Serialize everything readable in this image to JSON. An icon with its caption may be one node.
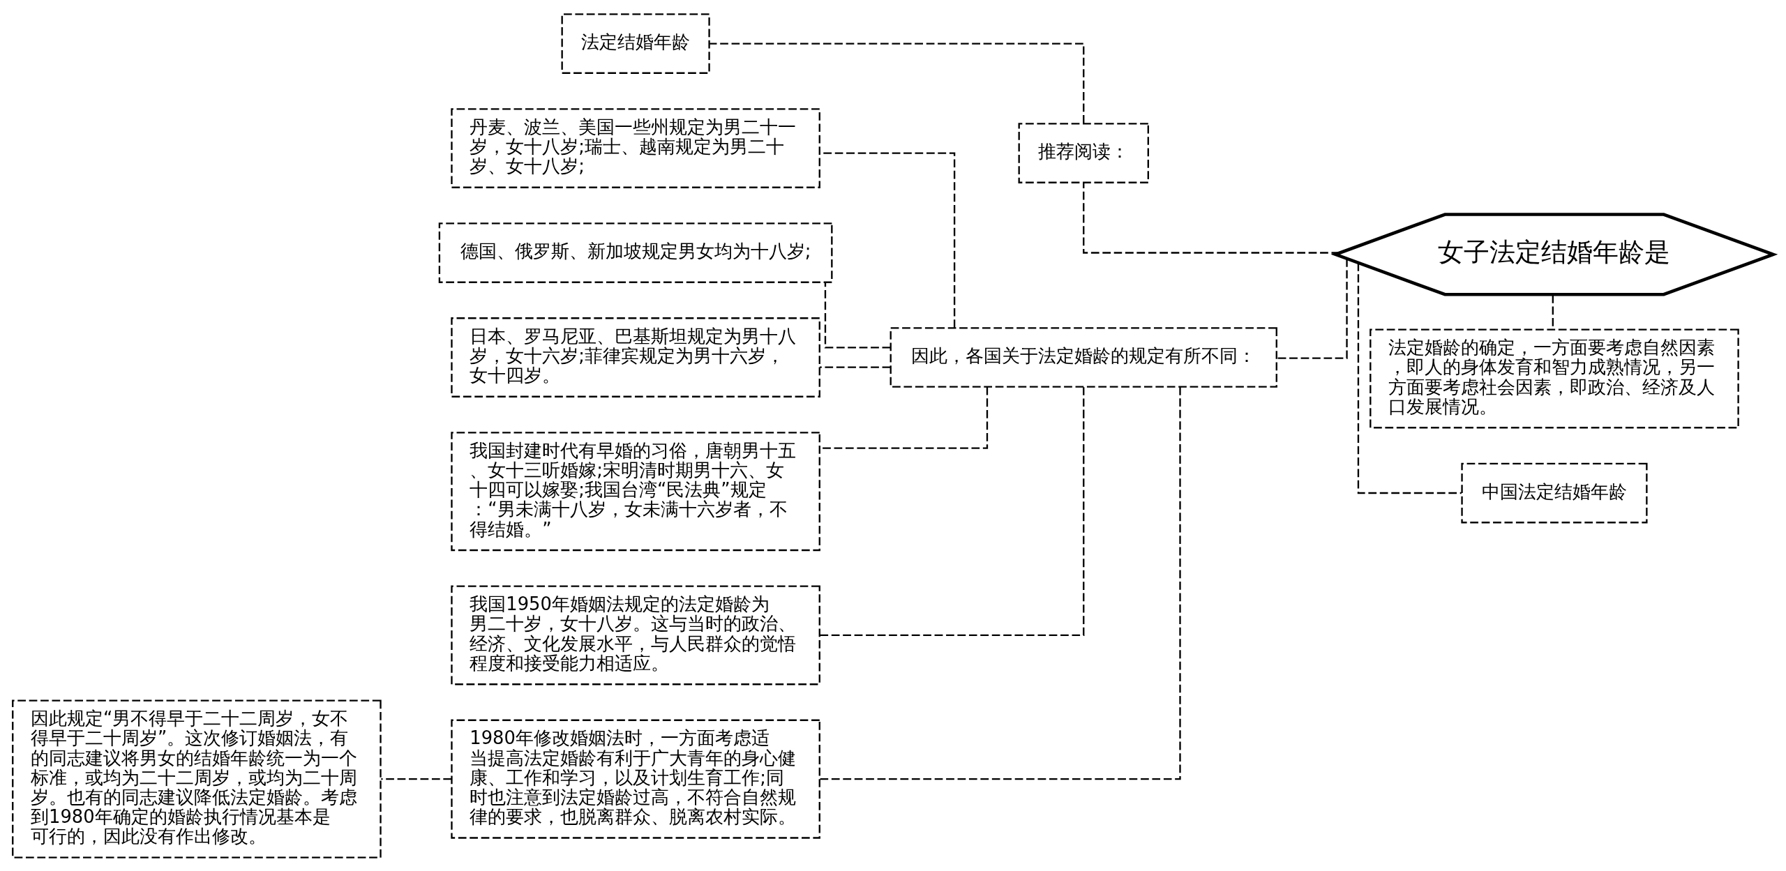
{
  "diagram": {
    "nodes": [
      {
        "text": [
          "女子法定结婚年龄是"
        ]
      },
      {
        "text": [
          "推荐阅读："
        ]
      },
      {
        "text": [
          "法定结婚年龄"
        ]
      },
      {
        "text": [
          "因此，各国关于法定婚龄的规定有所不同："
        ]
      },
      {
        "text": [
          "丹麦、波兰、美国一些州规定为男二十一岁，女十八岁;瑞士、越南规定为男二十岁、女十八岁;"
        ]
      },
      {
        "text": [
          "德国、俄罗斯、新加坡规定男女均为十八岁;"
        ]
      },
      {
        "text": [
          "日本、罗马尼亚、巴基斯坦规定为男十八岁，女十六岁;菲律宾规定为男十六岁，女十四岁。"
        ]
      },
      {
        "text": [
          "我国封建时代有早婚的习俗，唐朝男十五、女十三听婚嫁;宋明清时期男十六、女十四可以嫁娶;我国台湾“民法典”规定：“男未满十八岁，女未满十六岁者，不得结婚。”"
        ]
      },
      {
        "text": [
          "我国1950年婚姻法规定的法定婚龄为男二十岁，女十八岁。这与当时的政治、经济、文化发展水平，与人民群众的觉悟程度和接受能力相适应。"
        ]
      },
      {
        "text": [
          "1980年修改婚姻法时，一方面考虑适当提高法定婚龄有利于广大青年的身心健康、工作和学习，以及计划生育工作;同时也注意到法定婚龄过高，不符合自然规律的要求，也脱离群众、脱离农村实际。"
        ]
      },
      {
        "text": [
          "因此规定“男不得早于二十二周岁，女不得早于二十周岁”。这次修订婚姻法，有的同志建议将男女的结婚年龄统一为一个标准，或均为二十二周岁，或均为二十周岁。也有的同志建议降低法定婚龄。考虑到1980年确定的婚龄执行情况基本是可行的，因此没有作出修改。"
        ]
      },
      {
        "text": [
          "法定婚龄的确定，一方面要考虑自然因素，即人的身体发育和智力成熟情况，另一方面要考虑社会因素，即政治、经济及人口发展情况。"
        ]
      },
      {
        "text": [
          "中国法定结婚年龄"
        ]
      }
    ],
    "edges": [
      {
        "from": 0,
        "to": 1,
        "arrow": "none",
        "style": "dashed"
      },
      {
        "from": 1,
        "to": 2,
        "arrow": "none",
        "style": "dashed"
      },
      {
        "from": 0,
        "to": 3,
        "arrow": "none",
        "style": "dashed"
      },
      {
        "from": 3,
        "to": 4,
        "arrow": "none",
        "style": "dashed"
      },
      {
        "from": 3,
        "to": 5,
        "arrow": "none",
        "style": "dashed"
      },
      {
        "from": 3,
        "to": 6,
        "arrow": "none",
        "style": "dashed"
      },
      {
        "from": 3,
        "to": 7,
        "arrow": "none",
        "style": "dashed"
      },
      {
        "from": 3,
        "to": 8,
        "arrow": "none",
        "style": "dashed"
      },
      {
        "from": 3,
        "to": 9,
        "arrow": "none",
        "style": "dashed"
      },
      {
        "from": 9,
        "to": 10,
        "arrow": "none",
        "style": "dashed"
      },
      {
        "from": 0,
        "to": 11,
        "arrow": "none",
        "style": "dashed"
      },
      {
        "from": 0,
        "to": 12,
        "arrow": "none",
        "style": "dashed"
      }
    ]
  }
}
